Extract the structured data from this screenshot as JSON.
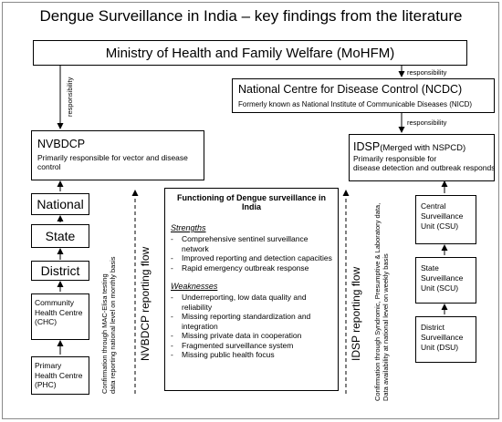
{
  "title": "Dengue Surveillance in India – key findings from the literature",
  "mohfw": "Ministry of Health and Family Welfare (MoHFM)",
  "ncdc": {
    "name": "National Centre for Disease Control (NCDC)",
    "former": "Formerly known as National Institute of Communicable Diseases (NICD)"
  },
  "nvbdcp": {
    "name": "NVBDCP",
    "desc": "Primarily responsible for vector and disease control"
  },
  "idsp": {
    "name": "IDSP",
    "merged": "(Merged with NSPCD)",
    "desc1": "Primarily responsible for",
    "desc2": "disease detection and outbreak responds"
  },
  "levels": {
    "national": "National",
    "state": "State",
    "district": "District",
    "chc": "Community Health Centre (CHC)",
    "phc": "Primary Health Centre (PHC)"
  },
  "units": {
    "csu": "Central Surveillance Unit (CSU)",
    "scu": "State Surveillance Unit (SCU)",
    "dsu": "District Surveillance Unit (DSU)"
  },
  "arrows": {
    "responsibility": "responsibility"
  },
  "functioning": {
    "title": "Functioning of Dengue surveillance in India",
    "strengths_header": "Strengths",
    "strengths": [
      "Comprehensive sentinel surveillance network",
      "Improved reporting and detection capacities",
      "Rapid emergency outbreak response"
    ],
    "weaknesses_header": "Weaknesses",
    "weaknesses": [
      "Underreporting, low data quality and reliability",
      "Missing reporting standardization and integration",
      "Missing private data in cooperation",
      "Fragmented surveillance system",
      "Missing public health focus"
    ]
  },
  "flows": {
    "nvbdcp_flow": "NVBDCP reporting flow",
    "nvbdcp_conf1": "Confirmation through MAC-Elisa testing",
    "nvbdcp_conf2": "data reporting national level on monthly basis",
    "idsp_flow": "IDSP reporting flow",
    "idsp_conf1": "Confirmation through Syndromic, Presumptive & Laboratory data,",
    "idsp_conf2": "Data availability at national level on weekly basis"
  }
}
